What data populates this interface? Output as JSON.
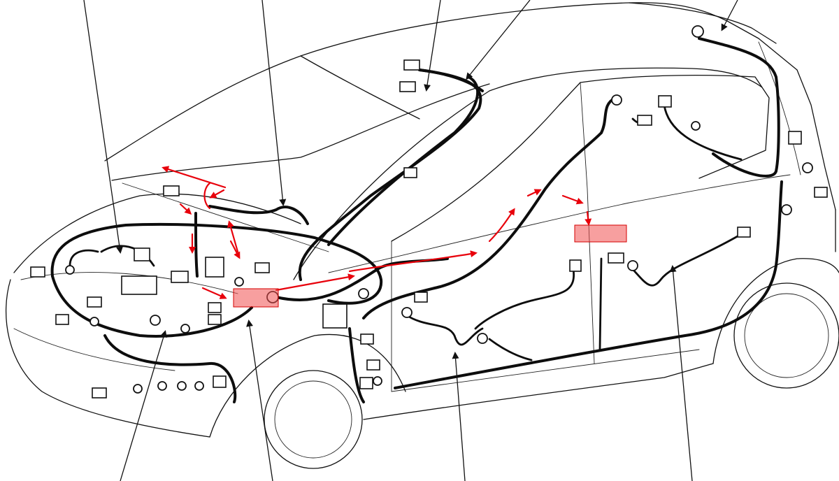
{
  "colors": {
    "line": "#111111",
    "route_highlight": "#e8000b",
    "location_box": "#f05050"
  },
  "leader_lines": [
    "callout-1",
    "callout-2",
    "callout-3",
    "callout-4",
    "callout-5",
    "callout-6",
    "callout-7",
    "callout-8",
    "callout-9"
  ],
  "highlights": [
    "connector-location-front",
    "connector-location-center"
  ]
}
